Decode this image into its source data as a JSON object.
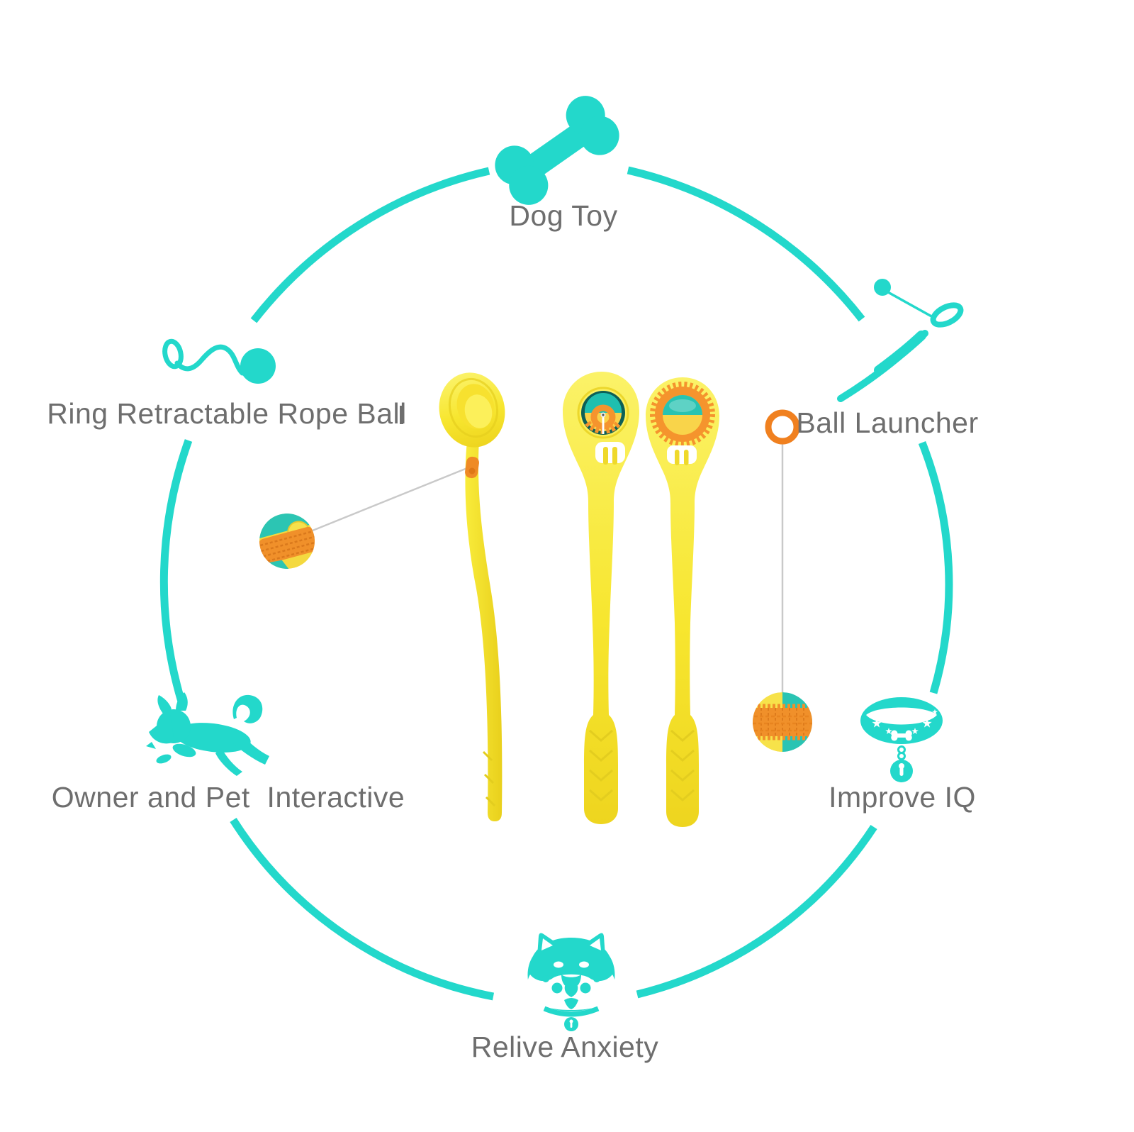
{
  "background": "#ffffff",
  "palette": {
    "teal": "#23D8CB",
    "text_gray": "#6E6E6E",
    "launcher_yellow": "#F7E62F",
    "ball_orange": "#F0902A",
    "ball_teal": "#2AC7B5",
    "string_gray": "#C9C9C9"
  },
  "features": [
    {
      "id": "dog-toy",
      "label": "Dog Toy",
      "icon": "bone-icon",
      "position": "top"
    },
    {
      "id": "ball-launcher",
      "label": "Ball Launcher",
      "icon": "ball-launcher-icon",
      "position": "top-right"
    },
    {
      "id": "ring-retractable-rope-ball",
      "label": "Ring Retractable Rope Ball",
      "icon": "rope-ball-icon",
      "position": "left"
    },
    {
      "id": "improve-iq",
      "label": "Improve IQ",
      "icon": "dog-collar-icon",
      "position": "right"
    },
    {
      "id": "owner-and-pet-interactive",
      "label": "Owner and Pet  Interactive",
      "icon": "running-dog-icon",
      "position": "bottom-left"
    },
    {
      "id": "relive-anxiety",
      "label": "Relive Anxiety",
      "icon": "shiba-face-icon",
      "position": "bottom"
    }
  ],
  "product": {
    "views": [
      "side-view-launcher",
      "front-view-launcher",
      "back-view-launcher"
    ],
    "accessories": [
      "tethered-rope-ball",
      "orange-ring",
      "hanging-ball"
    ]
  }
}
